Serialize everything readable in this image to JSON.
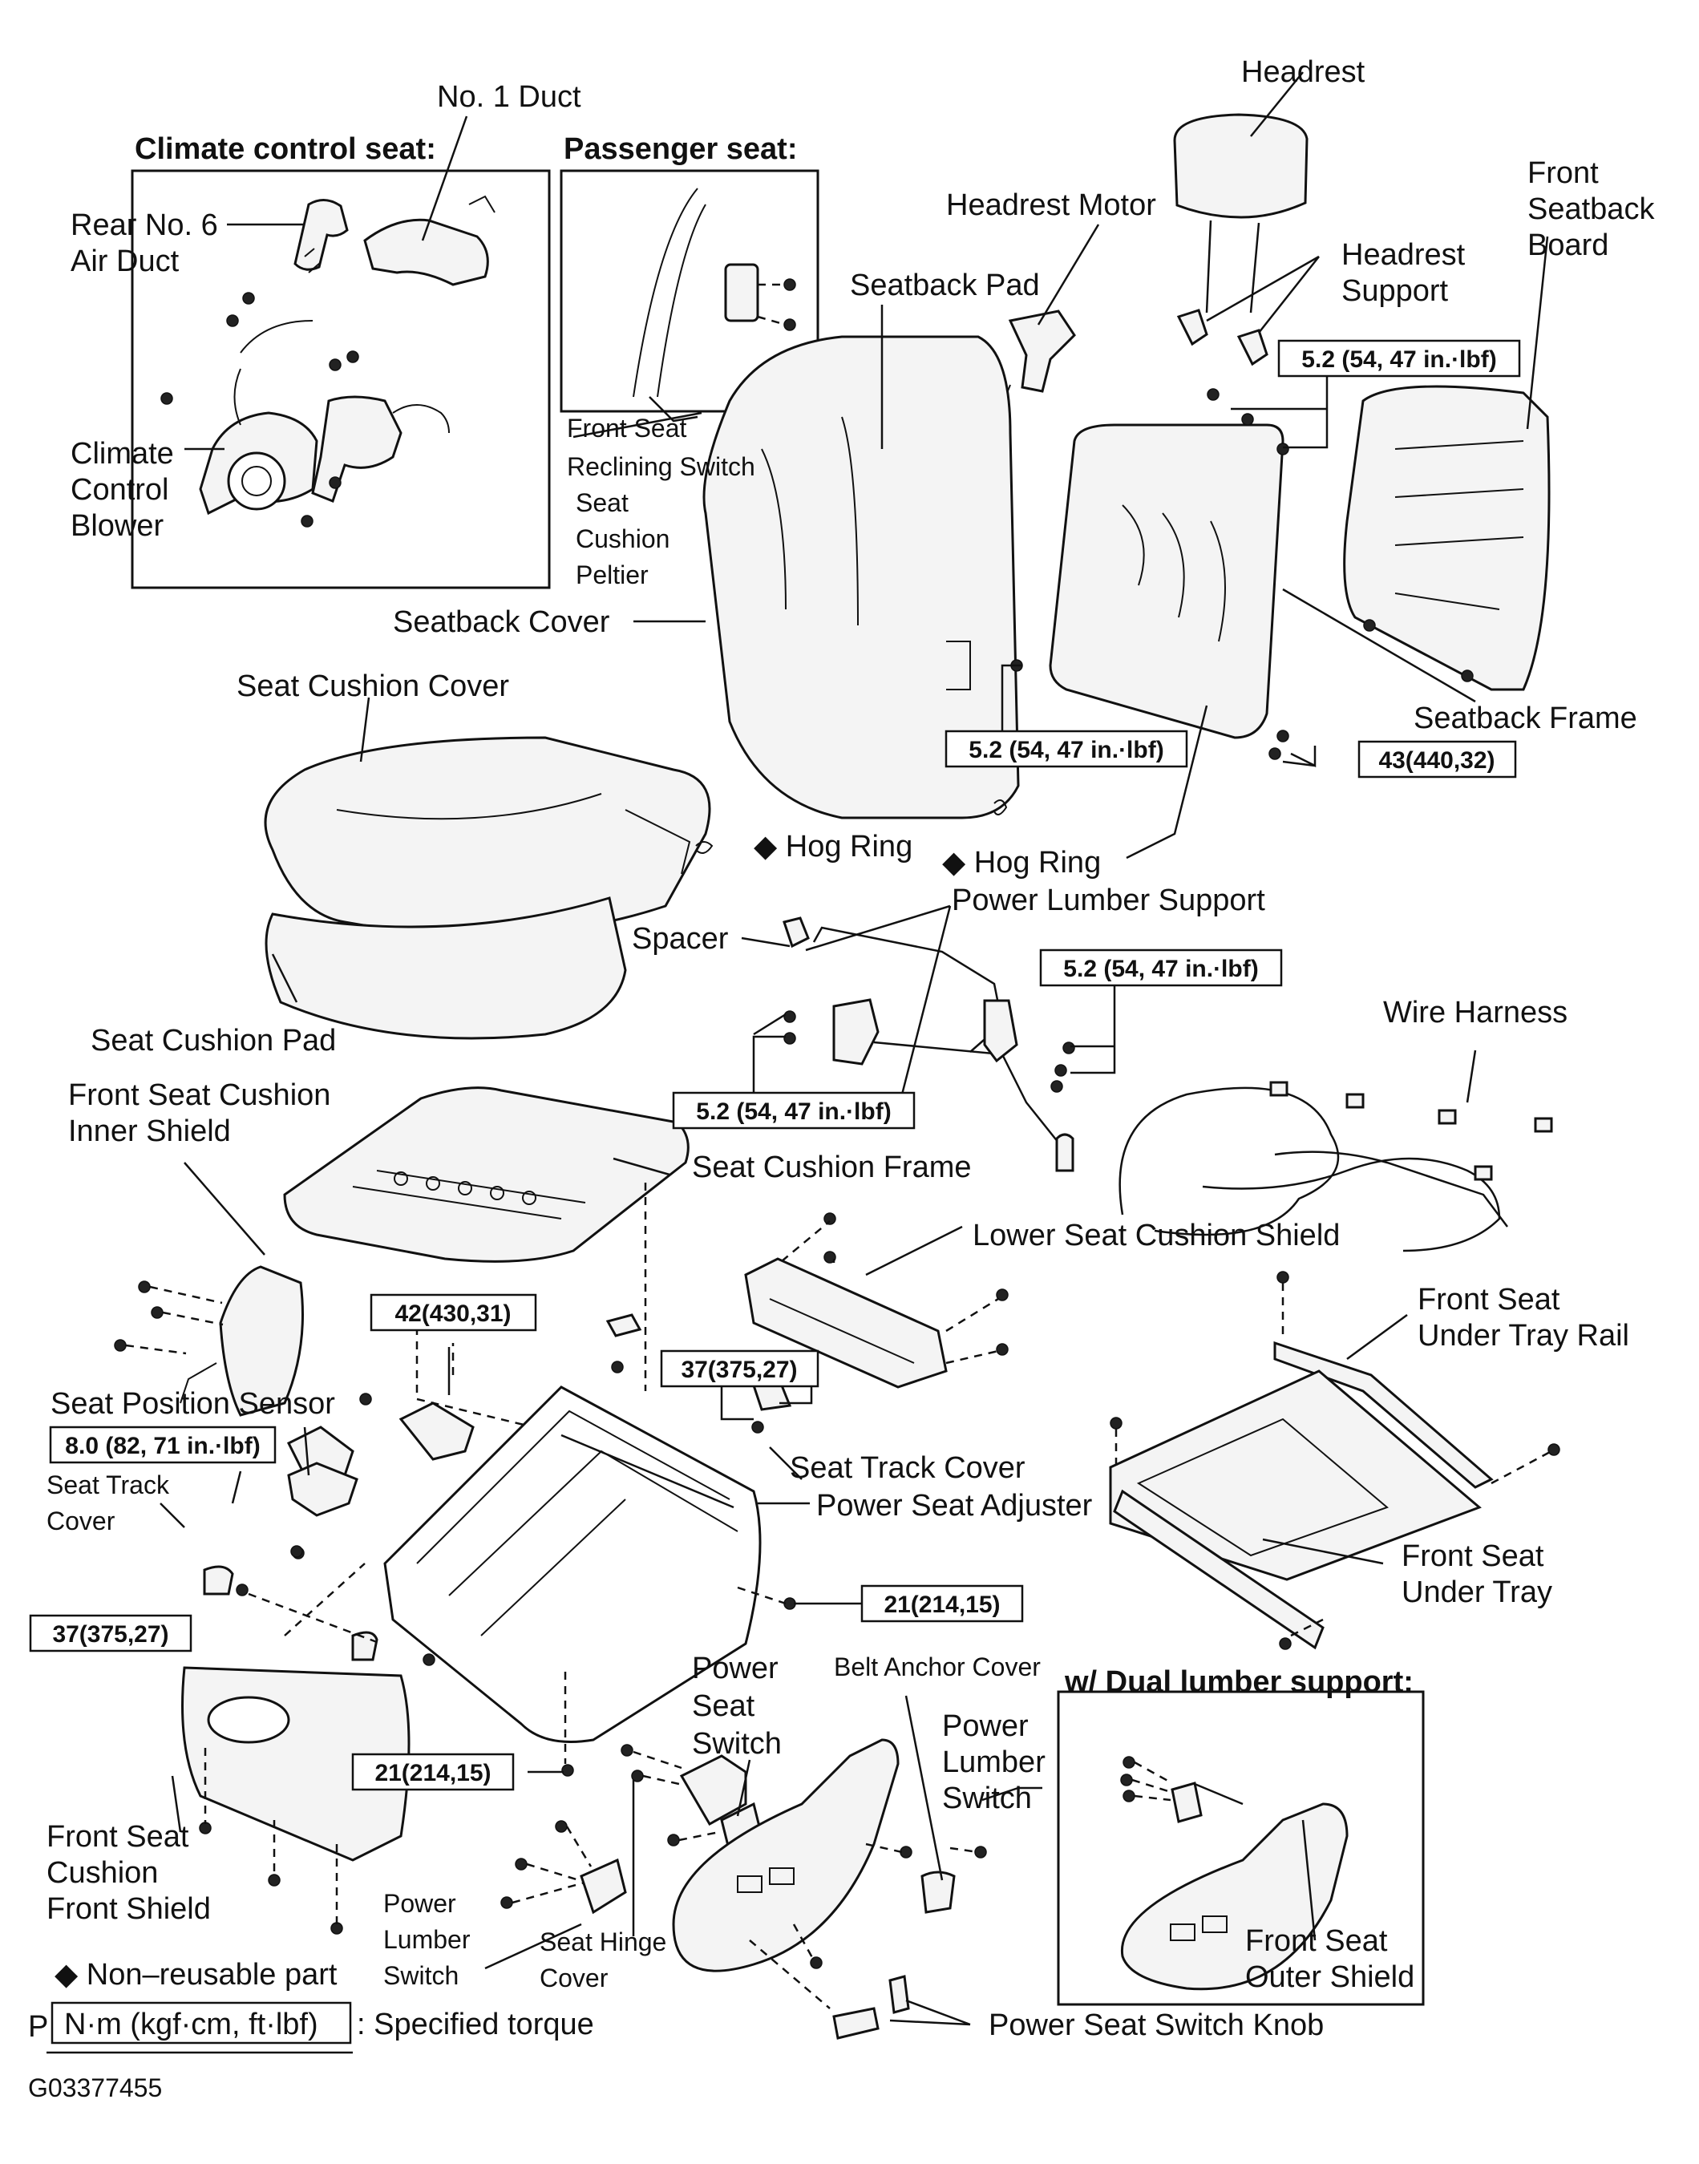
{
  "labels": {
    "no1_duct": "No. 1 Duct",
    "climate_title": "Climate control seat:",
    "passenger_title": "Passenger seat:",
    "rear_duct_1": "Rear No. 6",
    "rear_duct_2": "Air Duct",
    "climate_blower_1": "Climate",
    "climate_blower_2": "Control",
    "climate_blower_3": "Blower",
    "recline_switch_1": "Front Seat",
    "recline_switch_2": "Reclining Switch",
    "peltier_1": "Seat",
    "peltier_2": "Cushion",
    "peltier_3": "Peltier",
    "headrest": "Headrest",
    "headrest_motor": "Headrest Motor",
    "headrest_support_1": "Headrest",
    "headrest_support_2": "Support",
    "seatback_pad": "Seatback Pad",
    "front_board_1": "Front",
    "front_board_2": "Seatback",
    "front_board_3": "Board",
    "seatback_cover": "Seatback Cover",
    "seatback_frame": "Seatback Frame",
    "seat_cushion_cover": "Seat Cushion Cover",
    "hog_ring_1": "◆ Hog Ring",
    "hog_ring_2": "◆ Hog Ring",
    "power_lumber_support": "Power Lumber Support",
    "spacer": "Spacer",
    "seat_cushion_pad": "Seat Cushion Pad",
    "wire_harness": "Wire Harness",
    "inner_shield_1": "Front Seat Cushion",
    "inner_shield_2": "Inner Shield",
    "seat_cushion_frame": "Seat Cushion Frame",
    "lower_shield": "Lower Seat Cushion Shield",
    "under_tray_rail_1": "Front Seat",
    "under_tray_rail_2": "Under Tray Rail",
    "seat_position_sensor": "Seat Position Sensor",
    "seat_track_cover_left_1": "Seat Track",
    "seat_track_cover_left_2": "Cover",
    "seat_track_cover": "Seat Track Cover",
    "power_seat_adjuster": "Power Seat Adjuster",
    "under_tray_1": "Front Seat",
    "under_tray_2": "Under Tray",
    "power_seat_switch_1": "Power",
    "power_seat_switch_2": "Seat",
    "power_seat_switch_3": "Switch",
    "belt_anchor_cover": "Belt Anchor Cover",
    "dual_lumbar_title": "w/ Dual lumber support:",
    "power_lumber_switch_1": "Power",
    "power_lumber_switch_2": "Lumber",
    "power_lumber_switch_3": "Switch",
    "front_shield_1": "Front Seat",
    "front_shield_2": "Cushion",
    "front_shield_3": "Front Shield",
    "power_lumber_switch_low_1": "Power",
    "power_lumber_switch_low_2": "Lumber",
    "power_lumber_switch_low_3": "Switch",
    "seat_hinge_cover_1": "Seat Hinge",
    "seat_hinge_cover_2": "Cover",
    "outer_shield_1": "Front Seat",
    "outer_shield_2": "Outer Shield",
    "power_seat_switch_knob": "Power Seat Switch Knob",
    "legend_nonreusable": "◆ Non–reusable part",
    "legend_torque_box": "N·m (kgf·cm, ft·lbf)",
    "legend_torque_text": ": Specified torque",
    "legend_p": "P",
    "figure_id": "G03377455"
  },
  "torques": {
    "t_headrest_support": "5.2 (54, 47 in.·lbf)",
    "t_seatback_side": "5.2 (54, 47 in.·lbf)",
    "t_seatback_frame": "43(440,32)",
    "t_lumber_right": "5.2 (54, 47 in.·lbf)",
    "t_lumber_left": "5.2 (54, 47 in.·lbf)",
    "t_adjuster_top_left": "42(430,31)",
    "t_adjuster_top_right": "37(375,27)",
    "t_sensor": "8.0 (82, 71 in.·lbf)",
    "t_front_left": "37(375,27)",
    "t_adjuster_right": "21(214,15)",
    "t_adjuster_bottom": "21(214,15)"
  }
}
